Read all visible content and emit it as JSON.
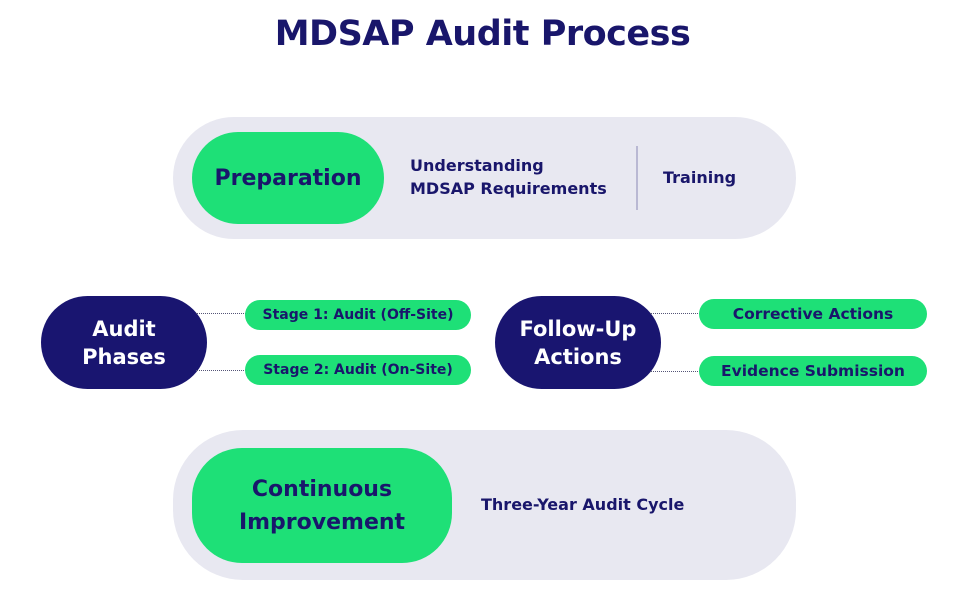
{
  "title": "MDSAP Audit Process",
  "preparation": {
    "label": "Preparation",
    "items": [
      "Understanding MDSAP Requirements",
      "Training"
    ],
    "item1_line1": "Understanding",
    "item1_line2": "MDSAP Requirements"
  },
  "audit_phases": {
    "label_line1": "Audit",
    "label_line2": "Phases",
    "stages": [
      "Stage 1: Audit (Off-Site)",
      "Stage 2: Audit (On-Site)"
    ]
  },
  "follow_up": {
    "label_line1": "Follow-Up",
    "label_line2": "Actions",
    "items": [
      "Corrective Actions",
      "Evidence Submission"
    ]
  },
  "continuous_improvement": {
    "label_line1": "Continuous",
    "label_line2": "Improvement",
    "items": [
      "Three-Year Audit Cycle"
    ]
  },
  "colors": {
    "navy": "#191570",
    "green": "#1ee077",
    "band": "#e8e8f1",
    "title": "#19166b"
  }
}
